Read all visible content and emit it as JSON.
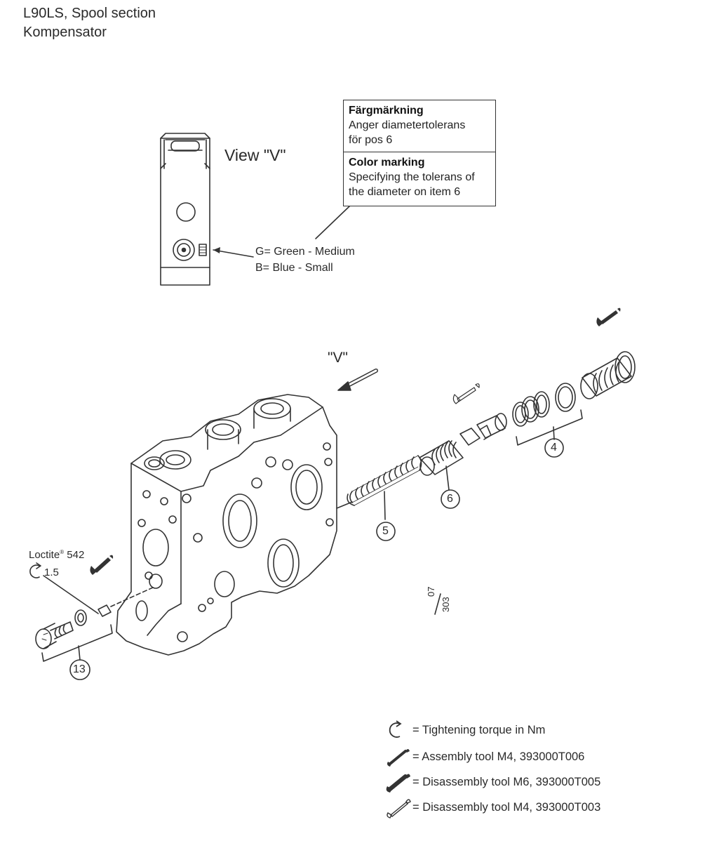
{
  "header": {
    "line1": "L90LS, Spool section",
    "line2": "Kompensator"
  },
  "info_box": {
    "sv_heading": "Färgmärkning",
    "sv_line1": "Anger diametertolerans",
    "sv_line2": "för pos 6",
    "en_heading": "Color marking",
    "en_line1": "Specifying the tolerans of",
    "en_line2": "the diameter on item 6"
  },
  "view_label": "View \"V\"",
  "color_codes": {
    "green": "G= Green - Medium",
    "blue": "B= Blue - Small"
  },
  "direction_label": "\"V\"",
  "items": [
    "4",
    "5",
    "6",
    "13"
  ],
  "loctite": {
    "brand": "Loctite",
    "reg": "®",
    "number": "542"
  },
  "torque_value": "1.5",
  "drawing_ref": {
    "top": "07",
    "bottom": "303"
  },
  "legend": [
    {
      "icon": "torque-icon",
      "text": "= Tightening torque in Nm"
    },
    {
      "icon": "wrench-icon",
      "text": "= Assembly tool M4, 393000T006"
    },
    {
      "icon": "wrench-bold-icon",
      "text": "= Disassembly tool M6, 393000T005"
    },
    {
      "icon": "wrench-outline-icon",
      "text": "= Disassembly tool M4, 393000T003"
    }
  ]
}
